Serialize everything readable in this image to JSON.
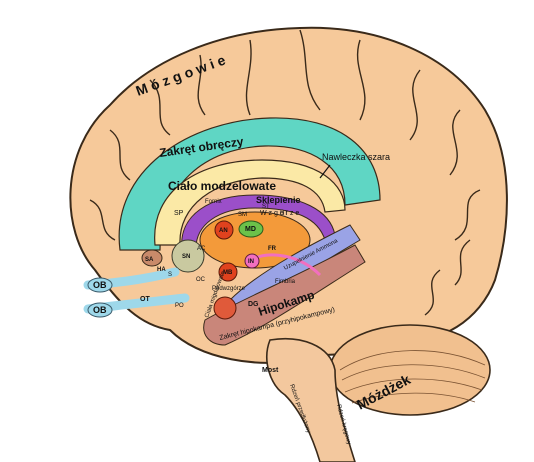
{
  "labels": {
    "mozgowie": "M ó z g o w i e",
    "zakret_obreczy": "Zakręt obręczy",
    "nawleczka": "Nawleczka szara",
    "cialo": "Ciało modzelowate",
    "fornix": "Fornix",
    "sklepienie": "Sklepienie",
    "wzgorze": "W z g ó r z e",
    "sp": "SP",
    "st": "ST",
    "sm": "SM",
    "ht": "HT",
    "an": "AN",
    "md": "MD",
    "sa": "SA",
    "sn": "SN",
    "ha": "HA",
    "ac": "AC",
    "mb": "MB",
    "podwzgorze": "Podwzgórze",
    "fr": "FR",
    "in": "IN",
    "fimbria": "Fimbria",
    "ob1": "OB",
    "ob2": "OB",
    "ot": "OT",
    "dg": "DG",
    "hipokamp": "Hipokamp",
    "zakret_hipokampa": "Zakręt hipokampa (przyhipokampowy)",
    "most": "Most",
    "mozdzek": "Móżdżek",
    "rdzen_przedluzony": "Rdzeń przedłużony",
    "rdzen_kregowy": "Rdzeń kręgowy",
    "ciala_migdalowate": "Ciała migdałowate",
    "uzupelnienie": "Uzupełnienie Ammona",
    "po": "PO",
    "oc": "OC",
    "s": "S"
  },
  "colors": {
    "brain": "#f6c99a",
    "outline": "#3a2a1a",
    "cingulate": "#5fd6c4",
    "callosum": "#fbe9a6",
    "fornix": "#9b4fc9",
    "thalamus": "#f39a3a",
    "hippocampus": "#9aa3e6",
    "parahippocampal": "#c9867a",
    "cerebellum": "#f1c08f",
    "stem": "#f3c89e",
    "olfactory": "#9ed8ea",
    "md": "#6bc24a",
    "an": "#e0421e",
    "pink": "#f26fc0"
  }
}
